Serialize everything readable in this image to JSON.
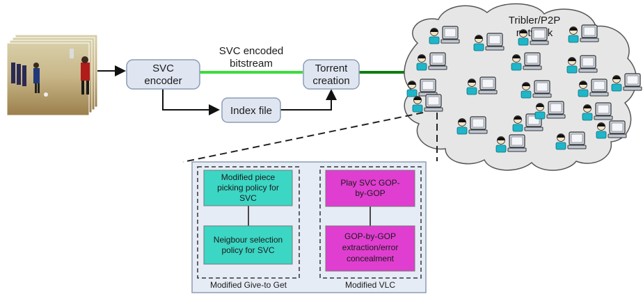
{
  "pipeline": {
    "svc_encoder": [
      "SVC",
      "encoder"
    ],
    "encoded_stream": [
      "SVC encoded",
      "bitstream"
    ],
    "torrent_creation": [
      "Torrent",
      "creation"
    ],
    "index_file": "Index file"
  },
  "network": {
    "label": [
      "Tribler/P2P",
      "network"
    ],
    "peer_icon": "user-with-computer-icon",
    "peer_count": 20
  },
  "detail": {
    "give_to_get": {
      "caption": "Modified Give-to Get",
      "top": [
        "Modified piece",
        "picking policy for",
        "SVC"
      ],
      "bottom": [
        "Neigbour selection",
        "policy for SVC"
      ]
    },
    "vlc": {
      "caption": "Modified VLC",
      "top": [
        "Play SVC GOP-",
        "by-GOP"
      ],
      "bottom": [
        "GOP-by-GOP",
        "extraction/error",
        "concealment"
      ]
    }
  },
  "colors": {
    "box_fill": "#dfe6f2",
    "box_stroke": "#8c9bb3",
    "stream_green": "#3ddc3d",
    "torrent_link_green": "#0e7d0e",
    "teal": "#3cd6c4",
    "magenta": "#e03ed1",
    "panel_fill": "#e6ecf5",
    "cloud_fill": "#e6e6e6"
  }
}
